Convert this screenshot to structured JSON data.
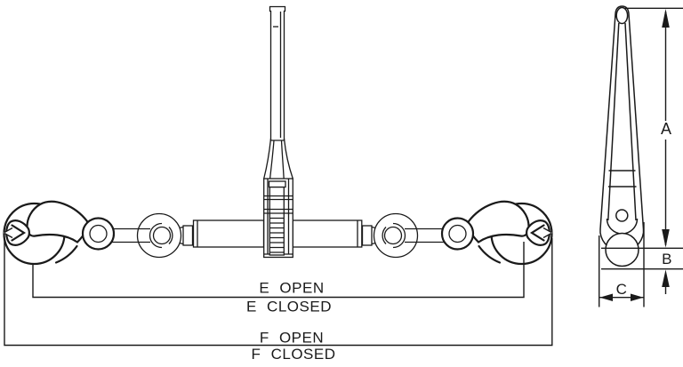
{
  "figure": {
    "type": "technical-line-drawing",
    "description": "Ratchet load binder with grab hooks: front view and handle side view with dimension callouts",
    "dimension_labels": {
      "e_open": "E OPEN",
      "e_closed": "E CLOSED",
      "f_open": "F OPEN",
      "f_closed": "F CLOSED",
      "a": "A",
      "b": "B",
      "c": "C"
    },
    "colors": {
      "line": "#1a1a1a",
      "background": "#ffffff"
    }
  }
}
